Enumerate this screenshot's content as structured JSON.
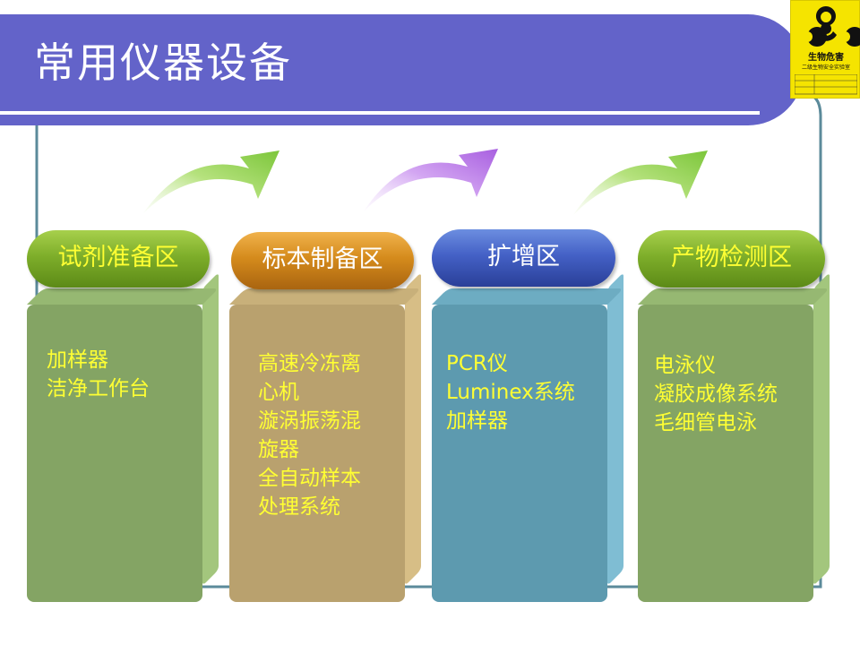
{
  "title": "常用仪器设备",
  "biohazard": {
    "icon": "biohazard-icon",
    "label": "生物危害",
    "sublabel": "二级生物安全实验室"
  },
  "colors": {
    "banner": "#6363c9",
    "frame": "#5b8a9a",
    "pill_text_yellow": "#ffff33",
    "box_text": "#ffff33",
    "arrow_green": "#8fcf4a",
    "arrow_purple": "#b776e6"
  },
  "zones": [
    {
      "label": "试剂准备区",
      "items": [
        "加样器",
        "洁净工作台"
      ]
    },
    {
      "label": "标本制备区",
      "items": [
        "高速冷冻离",
        "心机",
        "漩涡振荡混",
        "旋器",
        "全自动样本",
        "处理系统"
      ]
    },
    {
      "label": "扩增区",
      "items": [
        "PCR仪",
        "Luminex系统",
        "加样器"
      ]
    },
    {
      "label": "产物检测区",
      "items": [
        "电泳仪",
        "凝胶成像系统",
        "毛细管电泳"
      ]
    }
  ],
  "flow_arrows": [
    {
      "from": "试剂准备区",
      "to": "标本制备区",
      "color": "green"
    },
    {
      "from": "标本制备区",
      "to": "扩增区",
      "color": "purple"
    },
    {
      "from": "扩增区",
      "to": "产物检测区",
      "color": "green"
    }
  ]
}
